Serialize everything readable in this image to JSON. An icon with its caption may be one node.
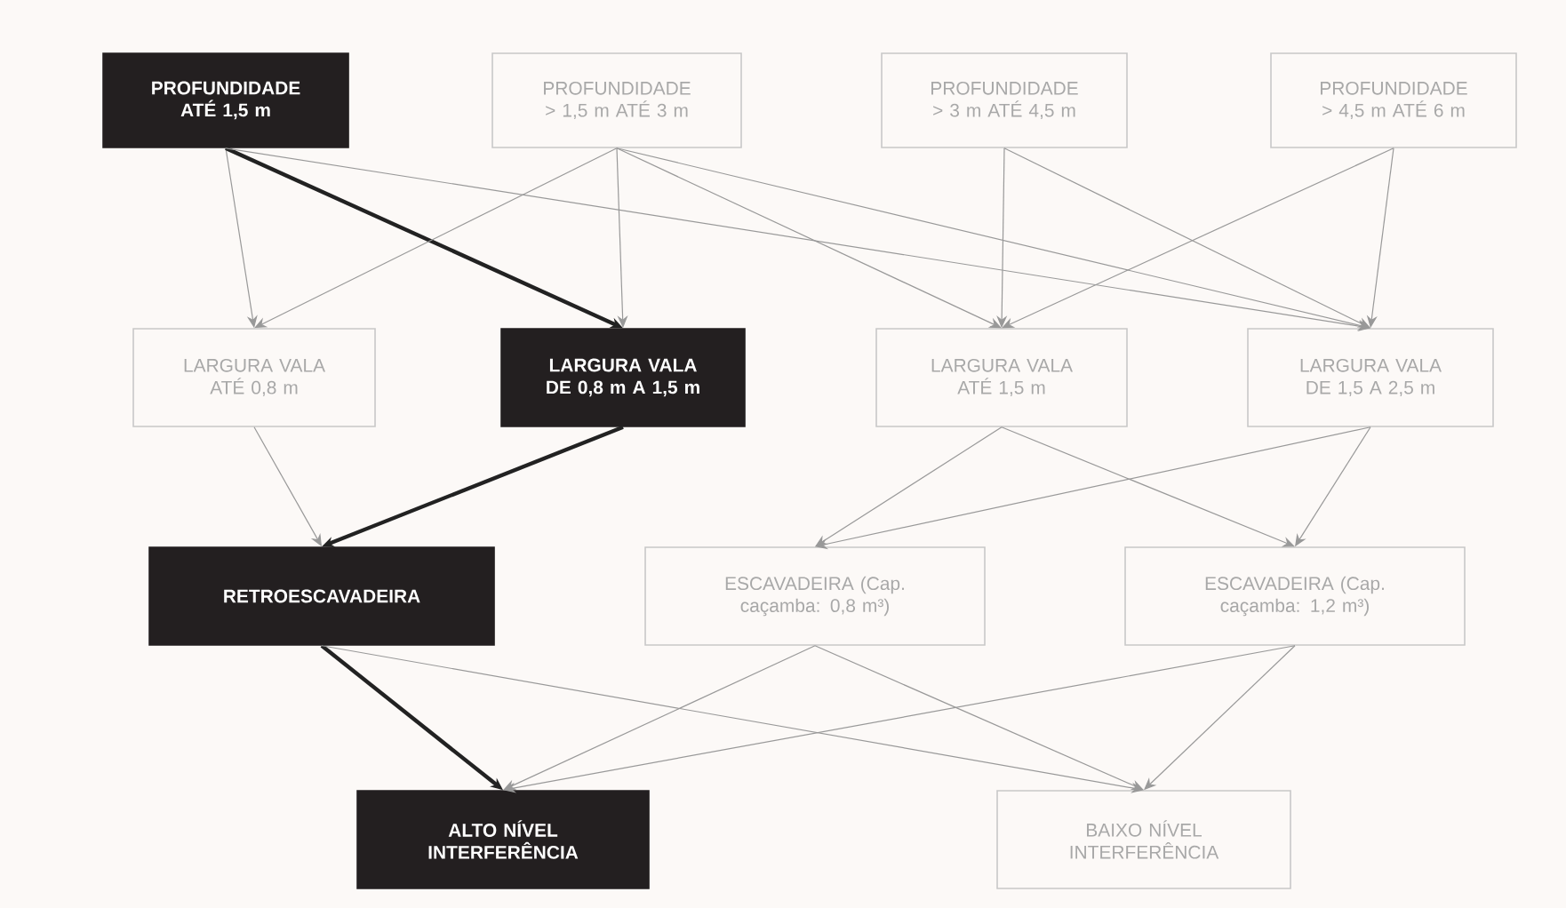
{
  "diagram": {
    "nodes": [
      {
        "text": [
          "PROFUNDIDADE ATÉ 1,5 m"
        ]
      },
      {
        "text": [
          "PROFUNDIDADE > 1,5 m ATÉ 3 m"
        ]
      },
      {
        "text": [
          "PROFUNDIDADE > 3 m ATÉ 4,5 m"
        ]
      },
      {
        "text": [
          "PROFUNDIDADE > 4,5 m ATÉ 6 m"
        ]
      },
      {
        "text": [
          "LARGURA VALA ATÉ 0,8 m"
        ]
      },
      {
        "text": [
          "LARGURA VALA DE 0,8 m A 1,5 m"
        ]
      },
      {
        "text": [
          "LARGURA VALA ATÉ 1,5 m"
        ]
      },
      {
        "text": [
          "LARGURA VALA DE 1,5 A 2,5 m"
        ]
      },
      {
        "text": [
          "RETROESCAVADEIRA"
        ]
      },
      {
        "text": [
          "ESCAVADEIRA (Cap. caçamba: 0,8 m³)"
        ]
      },
      {
        "text": [
          "ESCAVADEIRA (Cap. caçamba: 1,2 m³)"
        ]
      },
      {
        "text": [
          "ALTO NÍVEL INTERFERÊNCIA"
        ]
      },
      {
        "text": [
          "BAIXO NÍVEL INTERFERÊNCIA"
        ]
      }
    ],
    "edges": [
      {
        "from": 0,
        "to": 4,
        "arrow": "to"
      },
      {
        "from": 0,
        "to": 5,
        "arrow": "to",
        "style": "thick",
        "color": "#222222"
      },
      {
        "from": 0,
        "to": 7,
        "arrow": "to"
      },
      {
        "from": 1,
        "to": 4,
        "arrow": "to"
      },
      {
        "from": 1,
        "to": 5,
        "arrow": "to"
      },
      {
        "from": 1,
        "to": 6,
        "arrow": "to"
      },
      {
        "from": 1,
        "to": 7,
        "arrow": "to"
      },
      {
        "from": 2,
        "to": 6,
        "arrow": "to"
      },
      {
        "from": 2,
        "to": 7,
        "arrow": "to"
      },
      {
        "from": 3,
        "to": 6,
        "arrow": "to"
      },
      {
        "from": 3,
        "to": 7,
        "arrow": "to"
      },
      {
        "from": 4,
        "to": 8,
        "arrow": "to"
      },
      {
        "from": 5,
        "to": 8,
        "arrow": "to",
        "style": "thick",
        "color": "#222222"
      },
      {
        "from": 6,
        "to": 9,
        "arrow": "to"
      },
      {
        "from": 6,
        "to": 10,
        "arrow": "to"
      },
      {
        "from": 7,
        "to": 9,
        "arrow": "to"
      },
      {
        "from": 7,
        "to": 10,
        "arrow": "to"
      },
      {
        "from": 8,
        "to": 11,
        "arrow": "to",
        "style": "thick",
        "color": "#222222"
      },
      {
        "from": 8,
        "to": 12,
        "arrow": "to"
      },
      {
        "from": 9,
        "to": 11,
        "arrow": "to"
      },
      {
        "from": 9,
        "to": 12,
        "arrow": "to"
      },
      {
        "from": 10,
        "to": 11,
        "arrow": "to"
      },
      {
        "from": 10,
        "to": 12,
        "arrow": "to"
      }
    ]
  }
}
